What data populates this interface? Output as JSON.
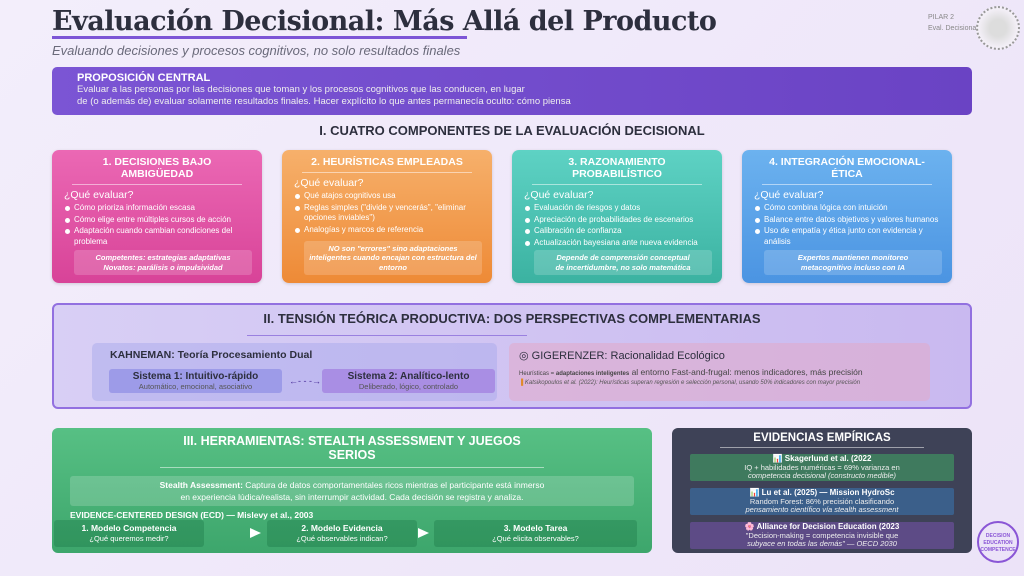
{
  "header": {
    "title": "Evaluación Decisional: Más Allá del Producto",
    "subtitle": "Evaluando decisiones y procesos cognitivos, no solo resultados finales",
    "pilar": "PILAR 2",
    "pilar_sub": "Eval. Decisional"
  },
  "proposition": {
    "title": "PROPOSICIÓN CENTRAL",
    "line1": "Evaluar a las personas por las decisiones que toman y los procesos cognitivos que las conducen, en lugar",
    "line2": "de (o además de) evaluar solamente resultados finales. Hacer explícito lo que antes permanecía oculto: cómo piensa"
  },
  "section1": {
    "title": "I. CUATRO COMPONENTES DE LA EVALUACIÓN DECISIONAL",
    "question": "¿Qué evaluar?",
    "cards": [
      {
        "title": "1. DECISIONES BAJO AMBIGÜEDAD",
        "items": [
          "Cómo prioriza información escasa",
          "Cómo elige entre múltiples cursos de acción",
          "Adaptación cuando cambian condiciones del problema"
        ],
        "note1": "Competentes: estrategias adaptativas",
        "note2": "Novatos: parálisis o impulsividad"
      },
      {
        "title": "2. HEURÍSTICAS EMPLEADAS",
        "items": [
          "Qué atajos cognitivos usa",
          "Reglas simples (\"divide y vencerás\", \"eliminar opciones inviables\")",
          "Analogías y marcos de referencia"
        ],
        "note1": "NO son \"errores\" sino adaptaciones inteligentes cuando encajan con estructura del entorno",
        "note2": ""
      },
      {
        "title": "3. RAZONAMIENTO PROBABILÍSTICO",
        "items": [
          "Evaluación de riesgos y datos",
          "Apreciación de probabilidades de escenarios",
          "Calibración de confianza",
          "Actualización bayesiana ante nueva evidencia"
        ],
        "note1": "Depende de comprensión conceptual",
        "note2": "de incertidumbre, no solo matemática"
      },
      {
        "title": "4. INTEGRACIÓN EMOCIONAL-ÉTICA",
        "items": [
          "Cómo combina lógica con intuición",
          "Balance entre datos objetivos y valores humanos",
          "Uso de empatía y ética junto con evidencia y análisis"
        ],
        "note1": "Expertos mantienen monitoreo",
        "note2": "metacognitivo incluso con IA"
      }
    ]
  },
  "section2": {
    "title": "II. TENSIÓN TEÓRICA PRODUCTIVA: DOS PERSPECTIVAS COMPLEMENTARIAS",
    "kahneman": {
      "title": "KAHNEMAN: Teoría Procesamiento Dual",
      "sys1": "Sistema 1: Intuitivo-rápido",
      "sys1_desc": "Automático, emocional, asociativo",
      "sys2": "Sistema 2: Analítico-lento",
      "sys2_desc": "Deliberado, lógico, controlado"
    },
    "gigerenzer": {
      "title": "GIGERENZER: Racionalidad Ecológico",
      "small": "Heurísticas = ",
      "bold": "adaptaciones inteligentes",
      "rest": " al entorno Fast-and-frugal: menos indicadores, más precisión",
      "citation": "Katsikopoulos et al. (2022): Heurísticas superan regresión e selección personal, usando 50% indicadores con mayor precisión"
    }
  },
  "section3": {
    "title": "III. HERRAMIENTAS: STEALTH ASSESSMENT Y JUEGOS SERIOS",
    "stealth_label": "Stealth Assessment:",
    "stealth_text": " Captura de datos comportamentales ricos mientras el participante está inmerso",
    "stealth_text2": "en experiencia lúdica/realista, sin interrumpir actividad. Cada decisión se registra y analiza.",
    "ecd": "EVIDENCE-CENTERED DESIGN (ECD) — Mislevy et al., 2003",
    "models": [
      {
        "title": "1. Modelo Competencia",
        "q": "¿Qué queremos medir?"
      },
      {
        "title": "2. Modelo Evidencia",
        "q": "¿Qué observables indican?"
      },
      {
        "title": "3. Modelo Tarea",
        "q": "¿Qué elicita observables?"
      }
    ]
  },
  "evidence": {
    "title": "EVIDENCIAS EMPÍRICAS",
    "items": [
      {
        "title": "📊 Skagerlund et al. (2022",
        "l1": "IQ + habilidades numéricas = 69% varianza en",
        "l2": "competencia decisional (constructo medible)",
        "color": "#3f7a5e"
      },
      {
        "title": "📊 Lu et al. (2025) — Mission HydroSc",
        "l1": "Random Forest: 86% precisión clasificando",
        "l2": "pensamiento científico vía stealth assessment",
        "color": "#3b5f8a"
      },
      {
        "title": "🌸 Alliance for Decision Education (2023",
        "l1": "\"Decision-making = competencia invisible que",
        "l2": "subyace en todas las demás\" — OECD 2030",
        "color": "#5d4b86"
      }
    ]
  },
  "badge": {
    "l1": "DECISION",
    "l2": "EDUCATION",
    "l3": "COMPETENCE"
  }
}
